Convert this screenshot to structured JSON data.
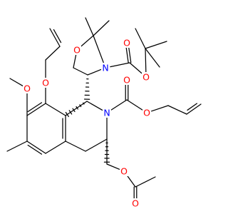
{
  "colors": {
    "oxygen": "#ff0000",
    "nitrogen": "#0000ff",
    "bond": "#000000",
    "background": "#ffffff"
  },
  "atom_labels": {
    "ring_oxygen": "O",
    "oxazolidine_nitrogen": "N",
    "boc_carbonyl_oxygen": "O",
    "boc_ester_oxygen": "O",
    "allyloxy_oxygen": "O",
    "methoxy_oxygen": "O",
    "isoquinoline_nitrogen": "N",
    "carbamate_carbonyl_oxygen": "O",
    "carbamate_ester_oxygen": "O",
    "acetoxy_ester_oxygen": "O",
    "acetyl_carbonyl_oxygen": "O"
  }
}
